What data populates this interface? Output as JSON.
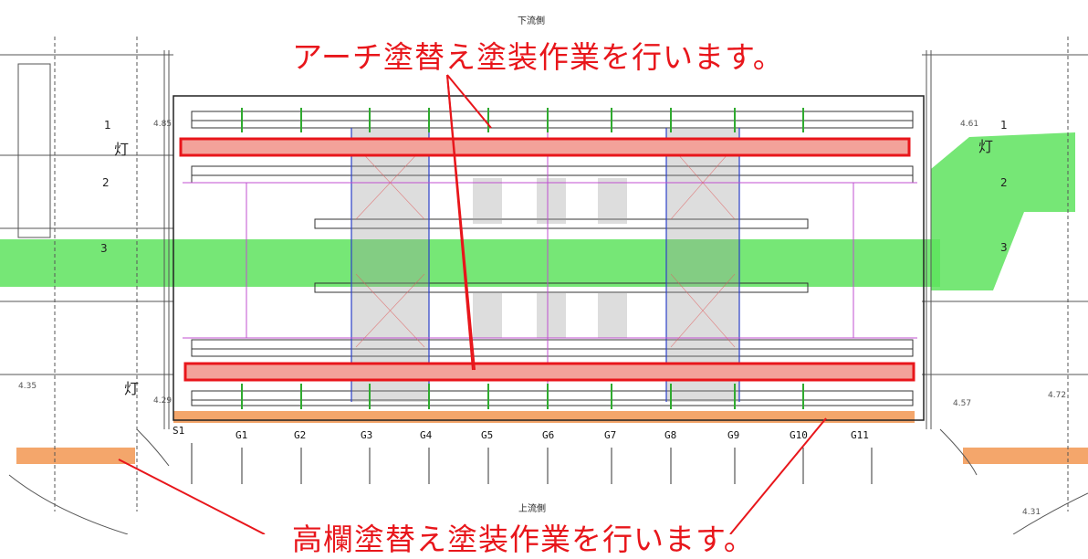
{
  "labels": {
    "top_side": "下流側",
    "bottom_side": "上流側",
    "note_arch": "アーチ塗替え塗装作業を行います。",
    "note_bottom": "高欄塗替え塗装作業を行います。"
  },
  "lamp_left_top": "灯",
  "lamp_left_bottom": "灯",
  "lamp_right_top": "灯",
  "section_marks_left": [
    "1",
    "2",
    "3"
  ],
  "section_marks_right": [
    "1",
    "2",
    "3"
  ],
  "girders": [
    "G1",
    "G2",
    "G3",
    "G4",
    "G5",
    "G6",
    "G7",
    "G8",
    "G9",
    "G10",
    "G11"
  ],
  "girder_start": "S1",
  "levels": {
    "left_top": "4.85",
    "left_mid": "4.35",
    "left_low": "4.29",
    "right_top": "4.61",
    "right_mid": "4.57",
    "right_far": "4.72",
    "right_low": "4.31"
  },
  "colors": {
    "highlight_red": "#e8161b",
    "green": "#5ee35e",
    "orange": "#f4a66b",
    "blue": "#2b3fc8",
    "magenta": "#c04fd0"
  }
}
